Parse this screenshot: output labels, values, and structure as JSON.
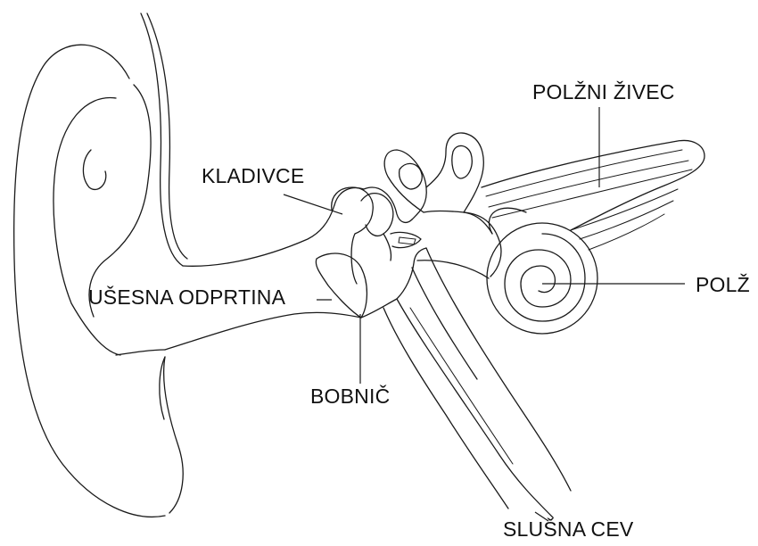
{
  "labels": {
    "cochlear_nerve": "POLŽNI ŽIVEC",
    "hammer": "KLADIVCE",
    "ear_canal": "UŠESNA ODPRTINA",
    "cochlea": "POLŽ",
    "eardrum": "BOBNIČ",
    "eustachian_tube": "SLUŠNA CEV"
  },
  "colors": {
    "stroke": "#1a1a1a",
    "background": "#ffffff",
    "text": "#111111"
  }
}
